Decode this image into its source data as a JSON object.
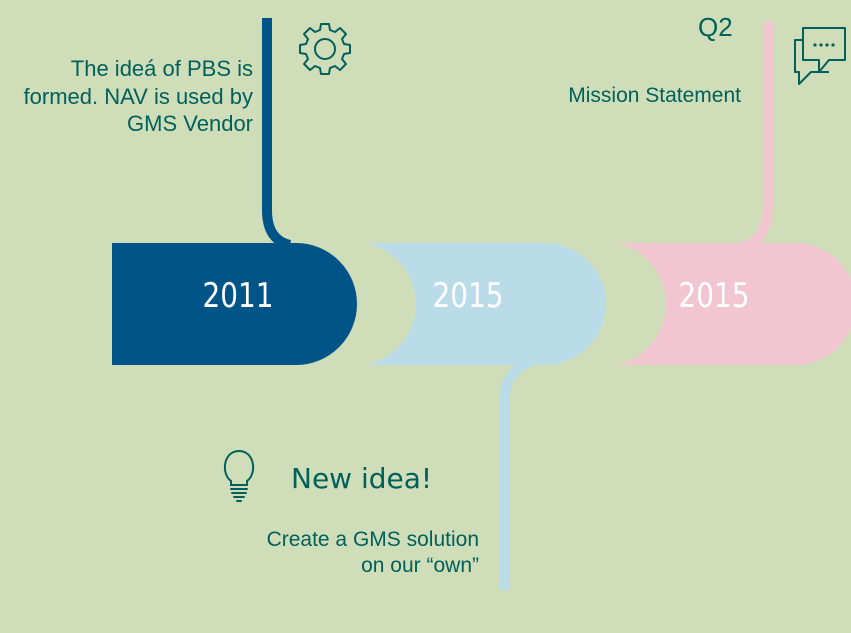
{
  "timeline": {
    "milestones": [
      {
        "year": "2011",
        "description": "The ideá of PBS is formed. NAV is used by GMS Vendor",
        "icon": "gear-icon",
        "color": "#005488"
      },
      {
        "year": "2015",
        "heading": "New idea!",
        "description": "Create a GMS solution on our “own”",
        "icon": "lightbulb-icon",
        "color": "#b9dce8"
      },
      {
        "year": "2015",
        "heading": "Q2",
        "description": "Mission Statement",
        "icon": "speech-bubble-icon",
        "color": "#f1c6d1"
      }
    ],
    "colors": {
      "background": "#cfdeb8",
      "text": "#00605c"
    }
  }
}
